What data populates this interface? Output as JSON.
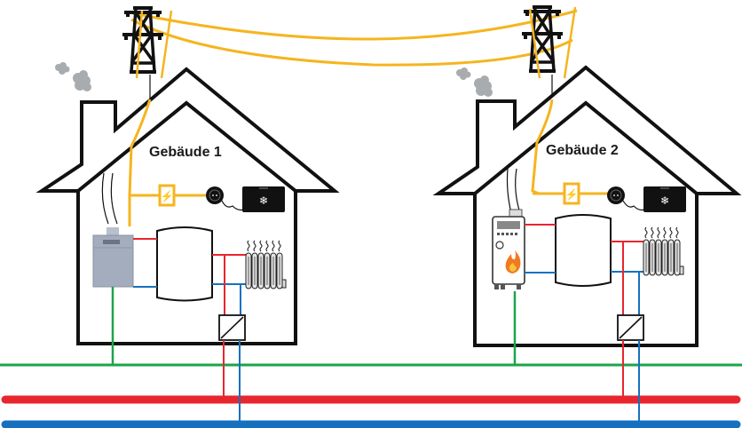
{
  "buildings": [
    {
      "label": "Gebäude 1",
      "heater": "gas-boiler-unit"
    },
    {
      "label": "Gebäude 2",
      "heater": "gas-condensing-boiler-with-flame"
    }
  ],
  "icons": {
    "lightning": "⚡",
    "snowflake": "❄"
  },
  "colors": {
    "power_line": "#f5b51f",
    "supply_pipe": "#e8262d",
    "return_pipe": "#1571c0",
    "ground_line": "#1aa54a",
    "outline": "#111111",
    "smoke": "#a9acaf",
    "boiler_fill": "#a3adbd",
    "flame_outer": "#ef7a22",
    "flame_inner": "#f9c23c"
  }
}
